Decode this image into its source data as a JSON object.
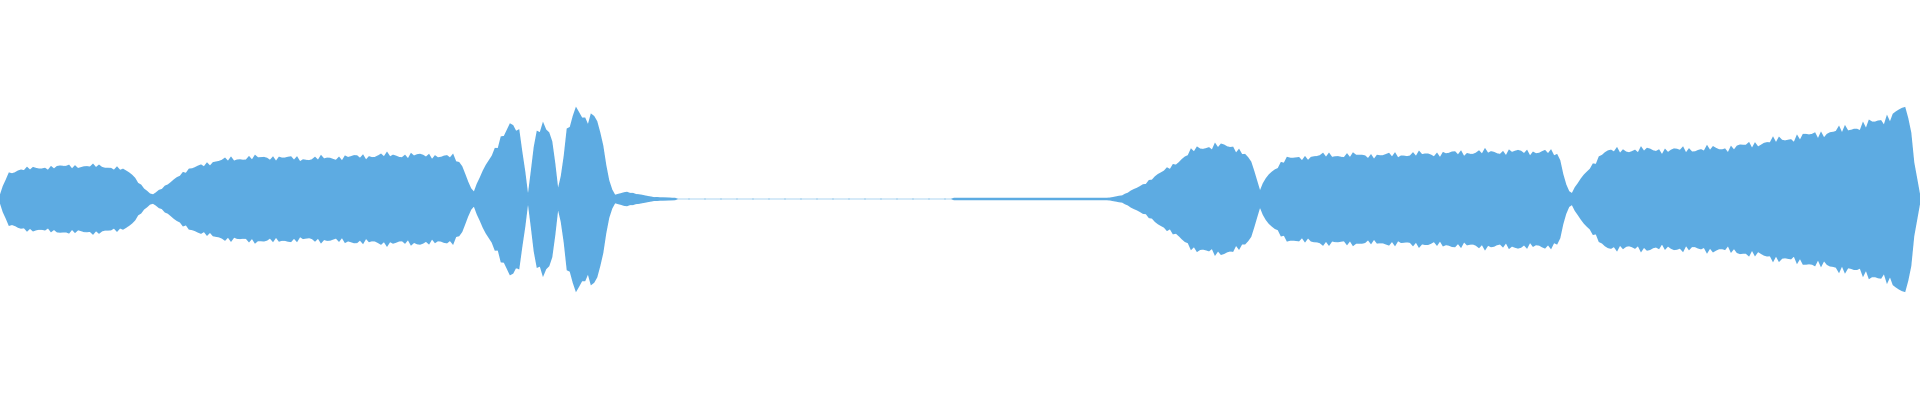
{
  "waveform": {
    "color": "#5dabe2",
    "background": "#ffffff",
    "amplitude_envelope": [
      [
        0,
        0.02
      ],
      [
        0.004,
        0.14
      ],
      [
        0.01,
        0.16
      ],
      [
        0.02,
        0.17
      ],
      [
        0.035,
        0.18
      ],
      [
        0.05,
        0.18
      ],
      [
        0.062,
        0.17
      ],
      [
        0.068,
        0.14
      ],
      [
        0.074,
        0.07
      ],
      [
        0.079,
        0.02
      ],
      [
        0.085,
        0.06
      ],
      [
        0.093,
        0.13
      ],
      [
        0.105,
        0.19
      ],
      [
        0.12,
        0.22
      ],
      [
        0.14,
        0.23
      ],
      [
        0.16,
        0.22
      ],
      [
        0.18,
        0.23
      ],
      [
        0.2,
        0.24
      ],
      [
        0.225,
        0.24
      ],
      [
        0.236,
        0.23
      ],
      [
        0.241,
        0.18
      ],
      [
        0.245,
        0.06
      ],
      [
        0.247,
        0.04
      ],
      [
        0.25,
        0.12
      ],
      [
        0.256,
        0.24
      ],
      [
        0.261,
        0.34
      ],
      [
        0.266,
        0.41
      ],
      [
        0.271,
        0.35
      ],
      [
        0.275,
        0.02
      ],
      [
        0.279,
        0.37
      ],
      [
        0.284,
        0.4
      ],
      [
        0.288,
        0.3
      ],
      [
        0.291,
        0.02
      ],
      [
        0.295,
        0.37
      ],
      [
        0.3,
        0.49
      ],
      [
        0.305,
        0.42
      ],
      [
        0.31,
        0.49
      ],
      [
        0.314,
        0.3
      ],
      [
        0.317,
        0.1
      ],
      [
        0.32,
        0.02
      ],
      [
        0.326,
        0.04
      ],
      [
        0.33,
        0.03
      ],
      [
        0.34,
        0.01
      ],
      [
        0.352,
        0.005
      ],
      [
        0.353,
        0
      ],
      [
        0.496,
        0
      ],
      [
        0.497,
        0.004
      ],
      [
        0.52,
        0.004
      ],
      [
        0.55,
        0.004
      ],
      [
        0.577,
        0.005
      ],
      [
        0.585,
        0.02
      ],
      [
        0.597,
        0.09
      ],
      [
        0.61,
        0.18
      ],
      [
        0.622,
        0.27
      ],
      [
        0.634,
        0.3
      ],
      [
        0.645,
        0.27
      ],
      [
        0.648,
        0.26
      ],
      [
        0.652,
        0.2
      ],
      [
        0.656,
        0.04
      ],
      [
        0.66,
        0.13
      ],
      [
        0.67,
        0.22
      ],
      [
        0.69,
        0.24
      ],
      [
        0.72,
        0.24
      ],
      [
        0.75,
        0.25
      ],
      [
        0.78,
        0.26
      ],
      [
        0.805,
        0.26
      ],
      [
        0.812,
        0.24
      ],
      [
        0.815,
        0.1
      ],
      [
        0.818,
        0.02
      ],
      [
        0.822,
        0.09
      ],
      [
        0.835,
        0.26
      ],
      [
        0.85,
        0.27
      ],
      [
        0.875,
        0.27
      ],
      [
        0.9,
        0.28
      ],
      [
        0.93,
        0.33
      ],
      [
        0.96,
        0.38
      ],
      [
        0.98,
        0.43
      ],
      [
        0.99,
        0.5
      ],
      [
        0.994,
        0.46
      ],
      [
        0.997,
        0.2
      ],
      [
        1.0,
        0.02
      ]
    ]
  }
}
